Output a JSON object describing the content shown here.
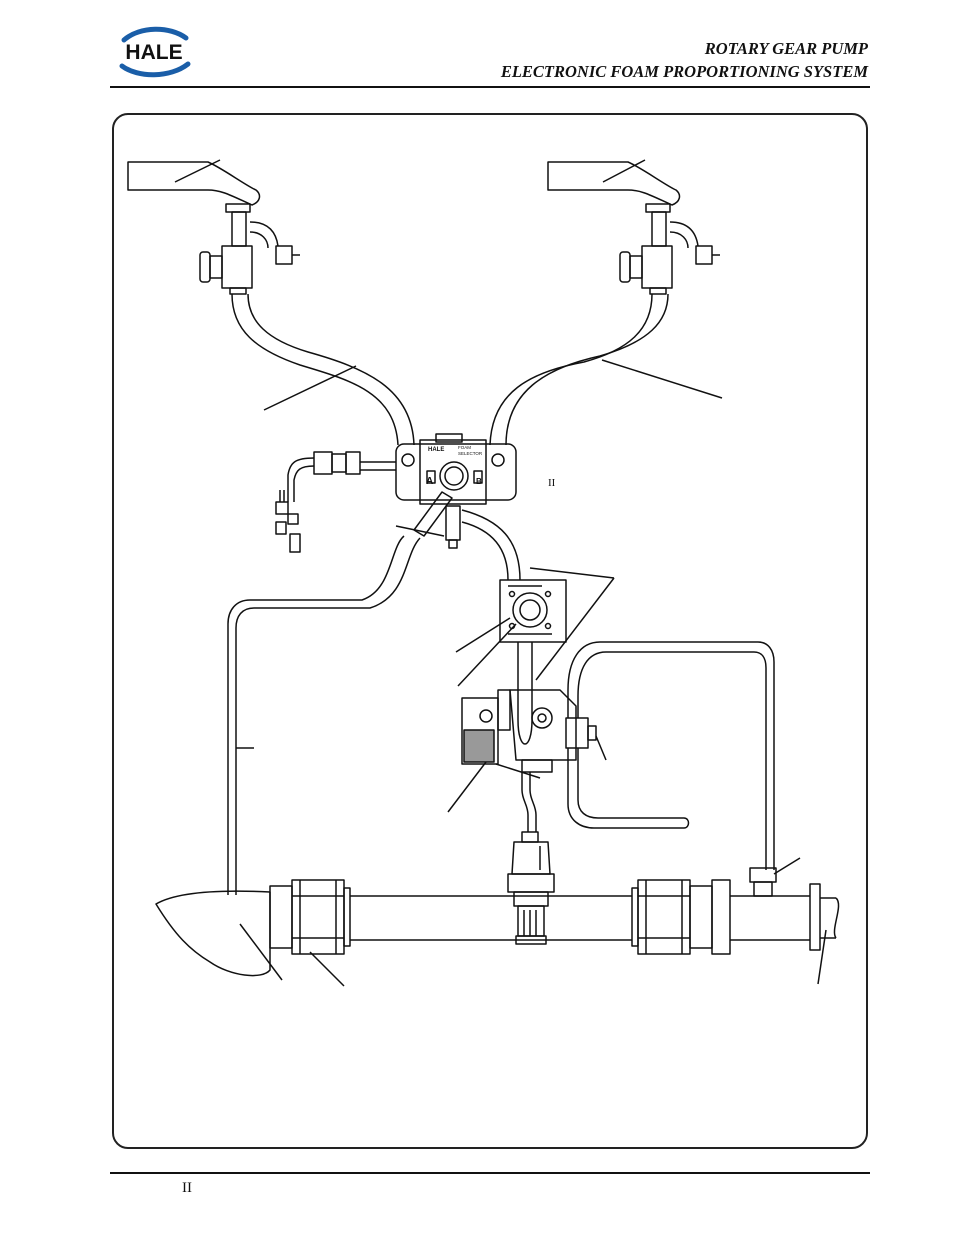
{
  "header": {
    "brand": "HALE",
    "title_line1": "ROTARY GEAR PUMP",
    "title_line2": "ELECTRONIC FOAM PROPORTIONING SYSTEM"
  },
  "figure": {
    "mark": "II",
    "selector_label_1": "HALE",
    "selector_label_2": "FOAM",
    "selector_label_3": "SELECTOR",
    "port_a": "A",
    "port_b": "B"
  },
  "footer": {
    "page_number": "II"
  },
  "colors": {
    "ink": "#111111",
    "logo_blue": "#1a5ea8",
    "background": "#ffffff"
  }
}
